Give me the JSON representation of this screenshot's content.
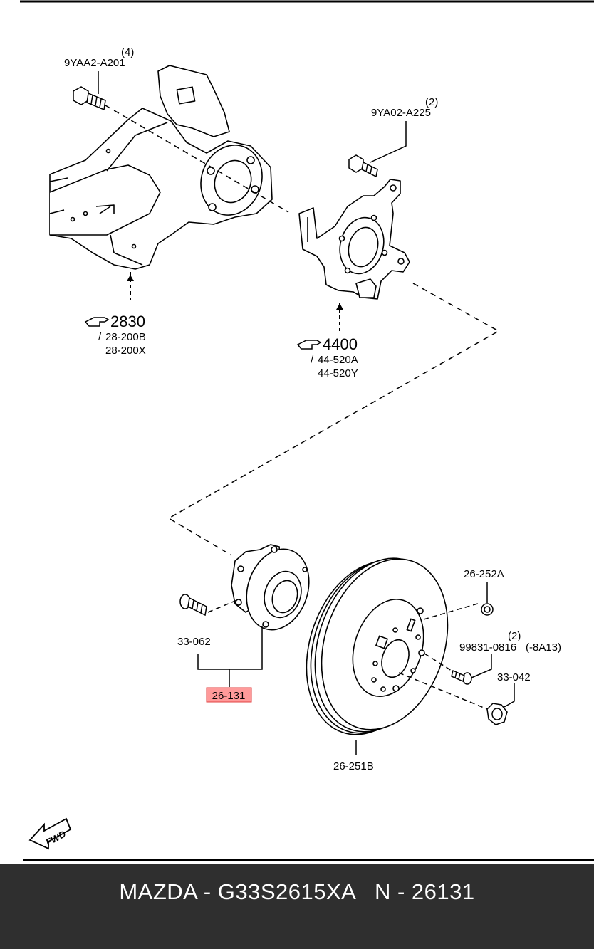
{
  "parts": {
    "bolt_top": {
      "qty": "(4)",
      "code": "9YAA2-A201"
    },
    "bolt_right": {
      "qty": "(2)",
      "code": "9YA02-A225"
    },
    "frame": {
      "ref": "2830",
      "sub1": "28-200B",
      "sub2": "28-200X"
    },
    "knuckle": {
      "ref": "4400",
      "sub1": "44-520A",
      "sub2": "44-520Y"
    },
    "hub_bolt": "33-062",
    "hub_assembly": "26-131",
    "rotor": "26-251B",
    "rotor_screw": {
      "qty": "(2)",
      "code": "99831-0816",
      "note": "(-8A13)"
    },
    "cap": "26-252A",
    "nut": "33-042"
  },
  "fwd_label": "FWD",
  "footer": {
    "brand": "MAZDA",
    "sep": "-",
    "part_number": "G33S2615XA",
    "ref_prefix": "N",
    "ref_number": "26131"
  },
  "colors": {
    "highlight_fill": "#ff9a9a",
    "highlight_border": "#e04040",
    "footer_bg": "#2f2f2f"
  }
}
